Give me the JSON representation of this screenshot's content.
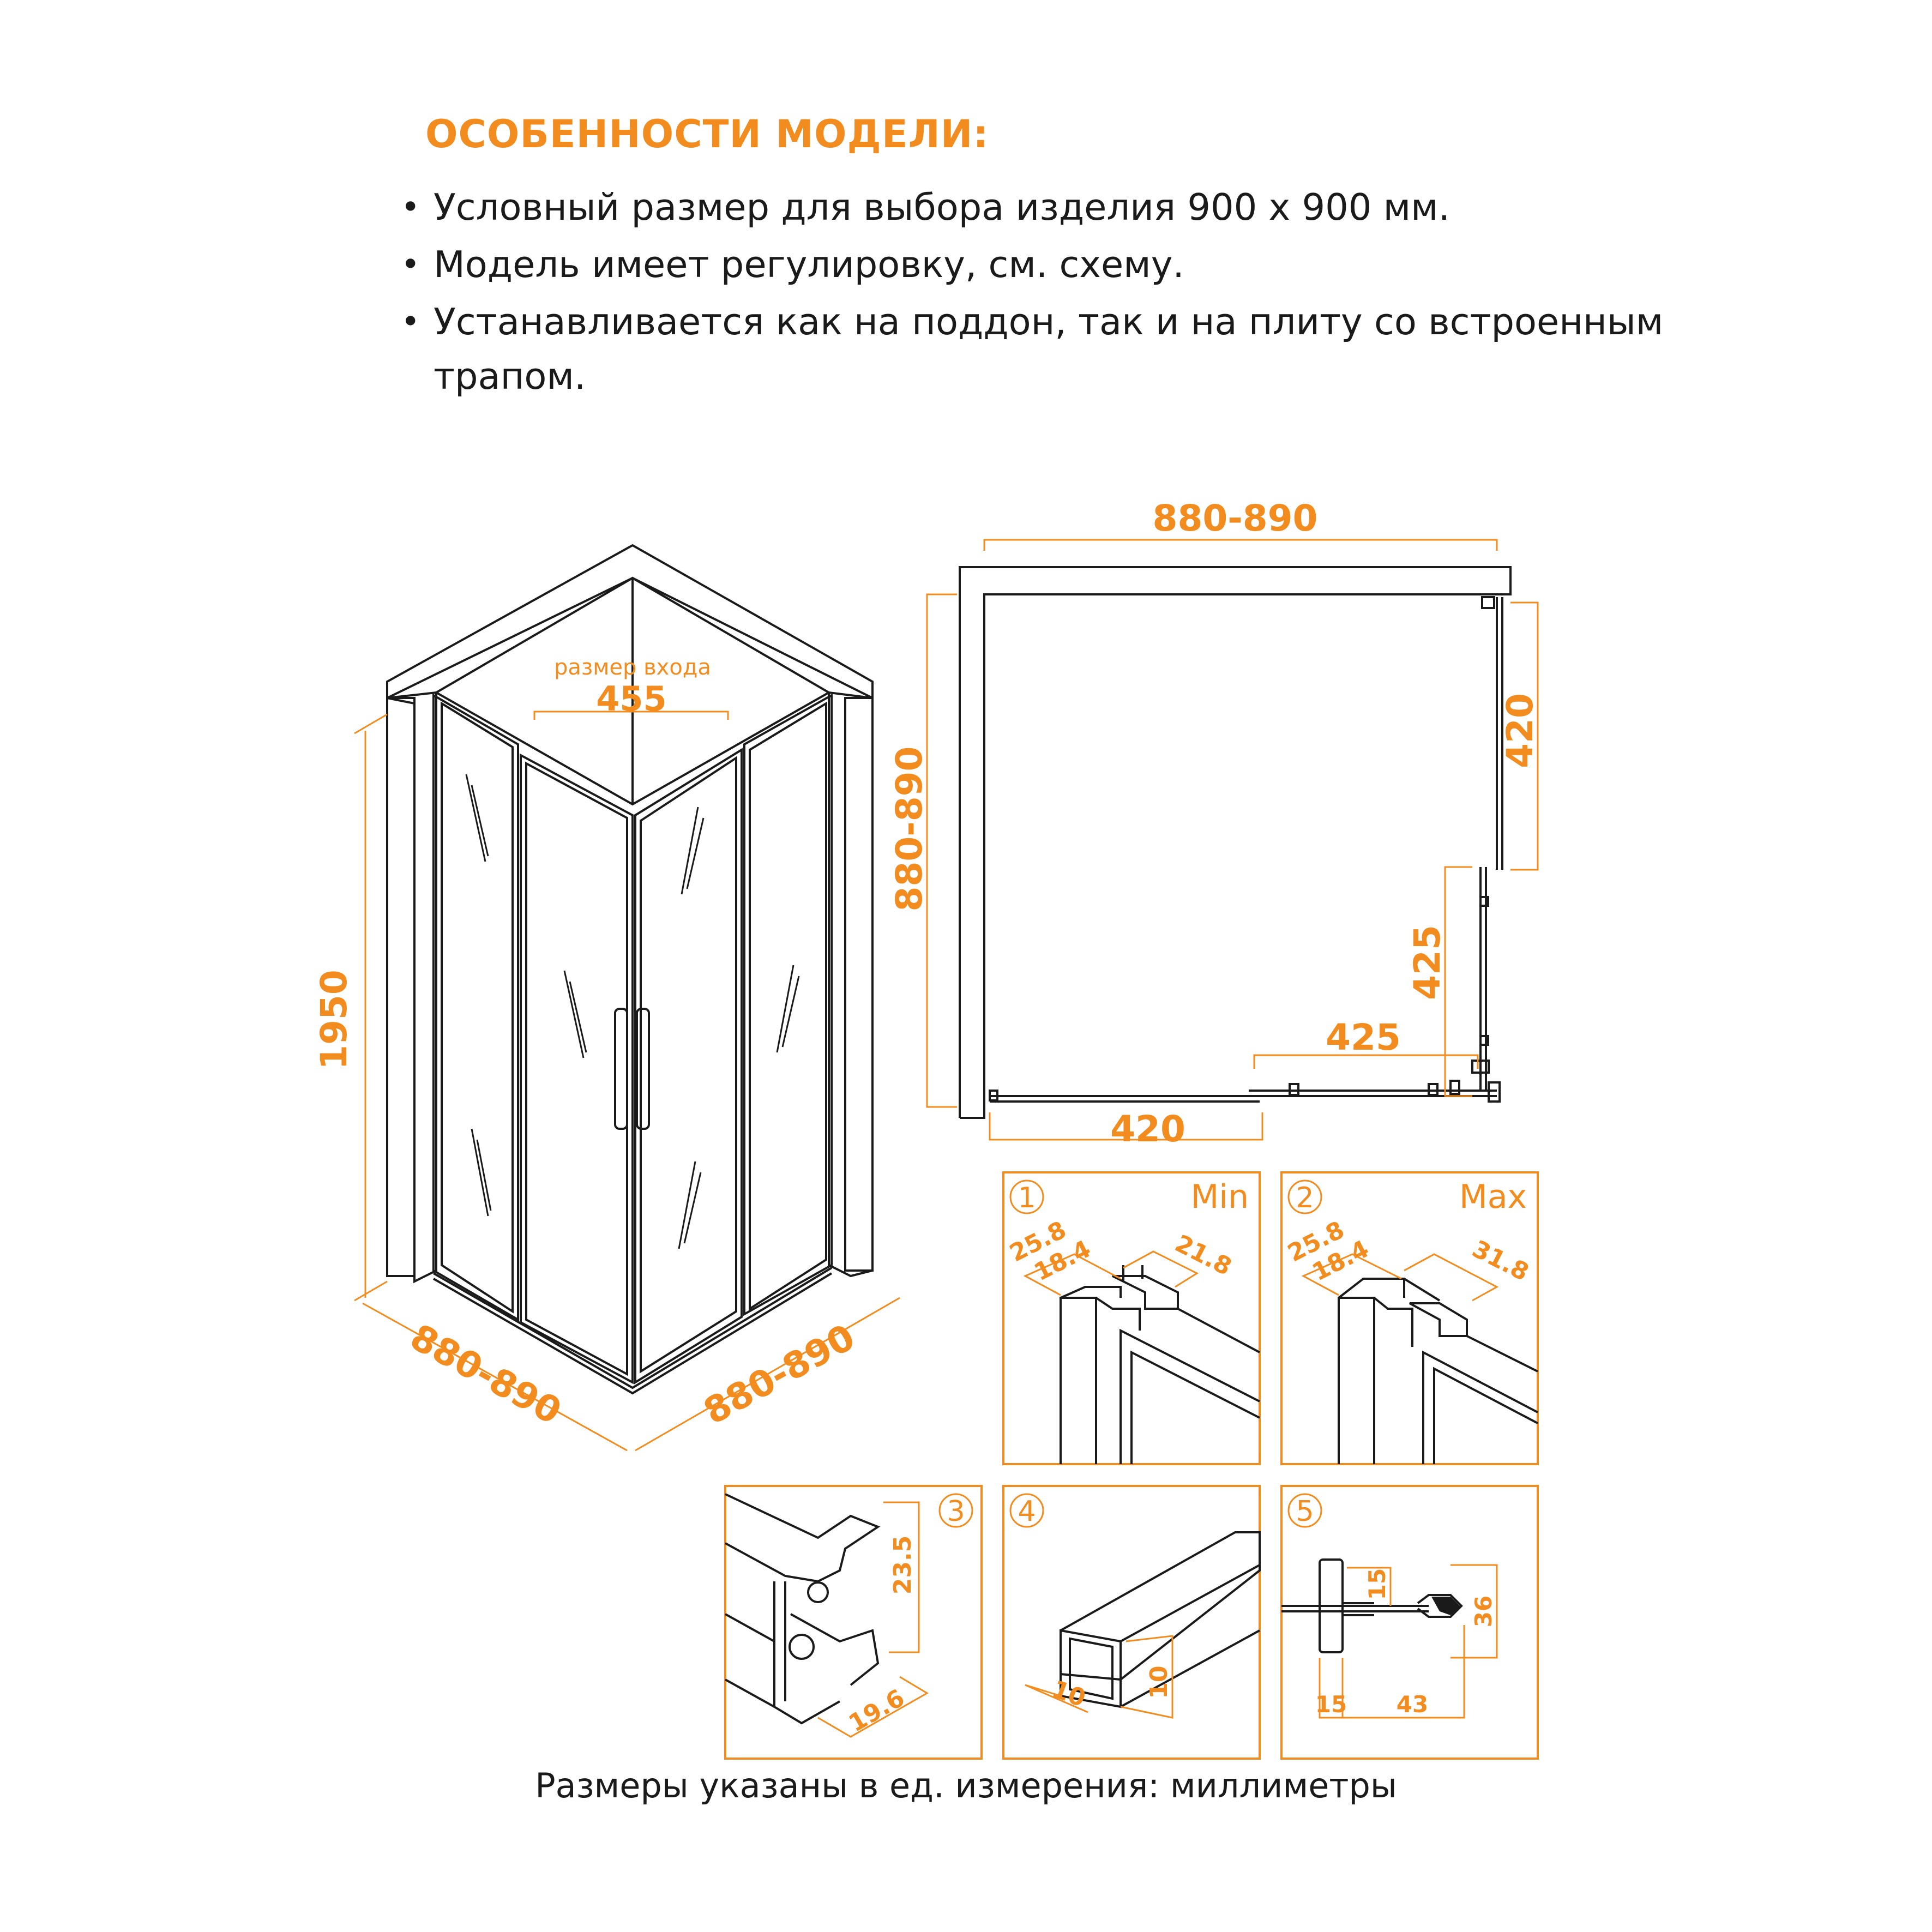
{
  "heading": "ОСОБЕННОСТИ МОДЕЛИ:",
  "bullets": [
    "Условный размер для выбора изделия 900 х 900 мм.",
    "Модель имеет регулировку, см. схему.",
    "Устанавливается как на поддон, так и на плиту со встроенным трапом."
  ],
  "iso": {
    "entry_label": "размер входа",
    "entry_width": "455",
    "height": "1950",
    "left_width": "880-890",
    "right_width": "880-890"
  },
  "plan": {
    "top_width": "880-890",
    "left_depth": "880-890",
    "right_panel": "420",
    "right_door": "425",
    "bottom_door": "425",
    "bottom_panel": "420"
  },
  "details": [
    {
      "num": "1",
      "tag": "Min",
      "d1": "25.8",
      "d2": "18.4",
      "d3": "21.8"
    },
    {
      "num": "2",
      "tag": "Max",
      "d1": "25.8",
      "d2": "18.4",
      "d3": "31.8"
    },
    {
      "num": "3",
      "d1": "23.5",
      "d2": "19.6"
    },
    {
      "num": "4",
      "d1": "10",
      "d2": "10"
    },
    {
      "num": "5",
      "d1": "15",
      "d2": "36",
      "d3": "15",
      "d4": "43"
    }
  ],
  "footer": "Размеры указаны в ед. измерения: миллиметры",
  "colors": {
    "accent": "#f28c1e",
    "line": "#1a1a1a"
  }
}
